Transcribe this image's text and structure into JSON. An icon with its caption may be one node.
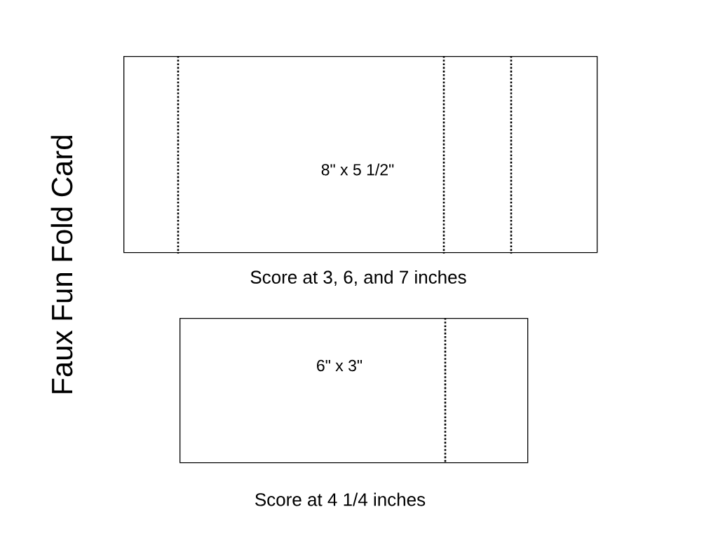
{
  "diagram": {
    "title": "Faux Fun Fold Card",
    "nodes": [
      {
        "text": [
          "8\" x 5 1/2\""
        ],
        "beside": [
          "Score at 3, 6, and 7 inches"
        ]
      },
      {
        "text": [
          "6\" x 3\""
        ],
        "beside": [
          "Score at 4 1/4  inches"
        ]
      }
    ]
  }
}
